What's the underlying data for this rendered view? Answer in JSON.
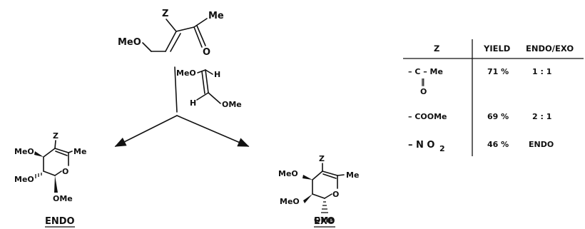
{
  "reagent": {
    "z": "Z",
    "me": "Me",
    "meo": "MeO",
    "o": "O"
  },
  "dienophile": {
    "meo": "MeO",
    "h1": "H",
    "h2": "H",
    "ome": "OMe"
  },
  "endo_product": {
    "z": "Z",
    "me": "Me",
    "o_ring": "O",
    "meo_top": "MeO",
    "meo_bottom": "MeO",
    "ome": "OMe",
    "label": "ENDO"
  },
  "exo_product": {
    "z": "Z",
    "me": "Me",
    "o_ring": "O",
    "meo_top": "MeO",
    "meo_bottom": "MeO",
    "ome": "OMe",
    "label": "EXO"
  },
  "table": {
    "headers": [
      "Z",
      "YIELD",
      "ENDO/EXO"
    ],
    "rows": [
      {
        "z_top": "– C – Me",
        "z_mid": "‖",
        "z_bot": "O",
        "yield": "71 %",
        "ratio": "1 : 1"
      },
      {
        "z": "– COOMe",
        "yield": "69 %",
        "ratio": "2 : 1"
      },
      {
        "z_main": "– N O",
        "z_sub": "2",
        "yield": "46 %",
        "ratio": "ENDO"
      }
    ]
  }
}
